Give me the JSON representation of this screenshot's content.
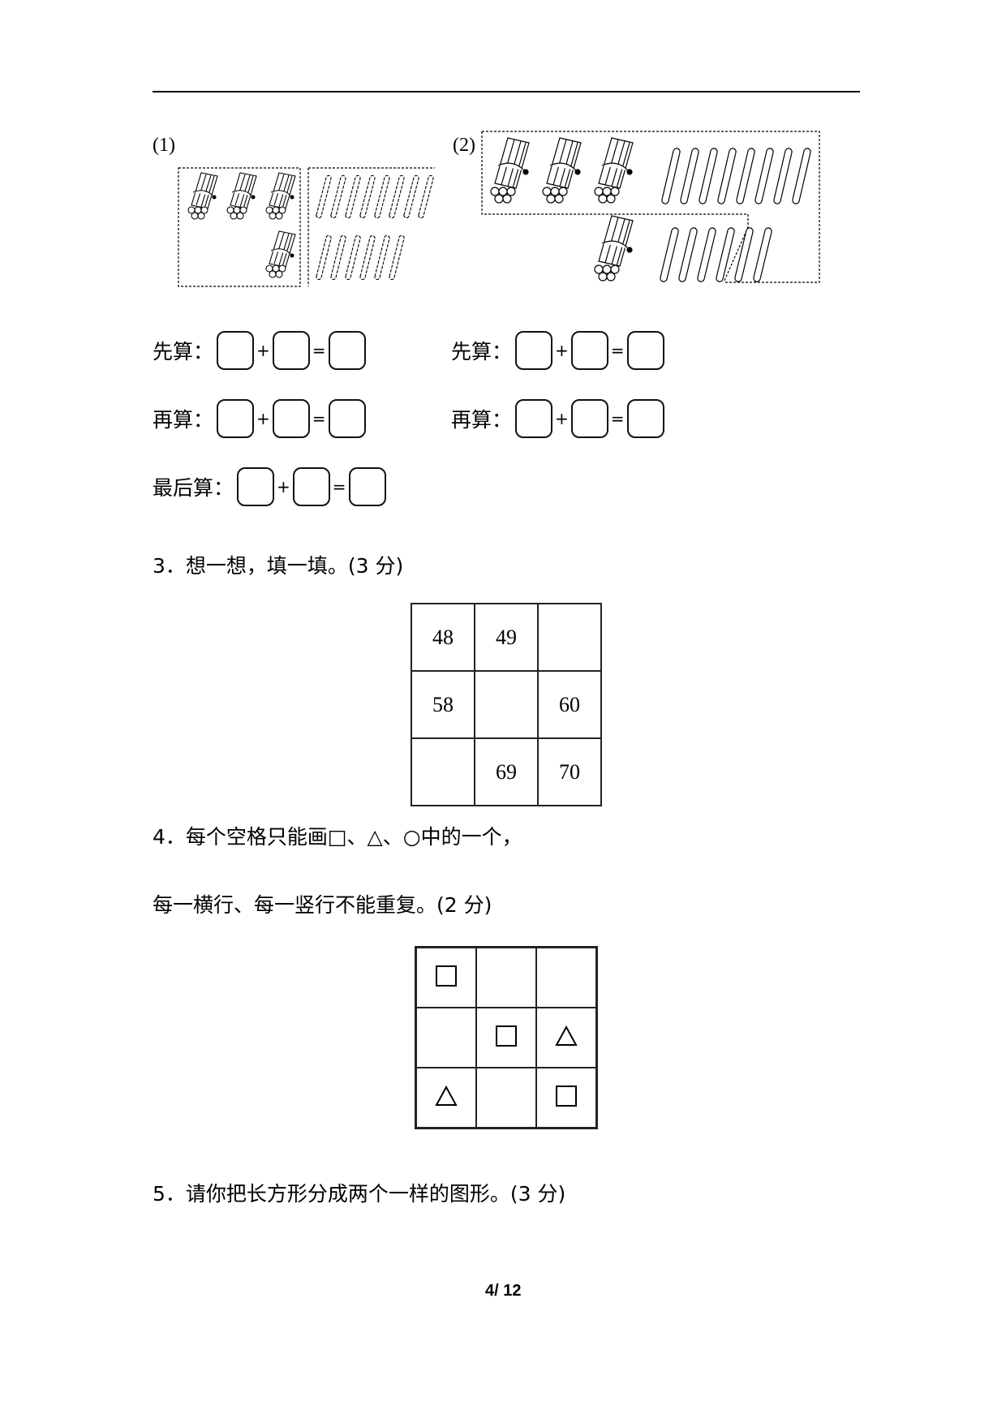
{
  "page": {
    "footer": "4/ 12"
  },
  "q2": {
    "part1_label": "(1)",
    "part2_label": "(2)",
    "part1": {
      "bundles": 4,
      "loose_sticks_row1": 8,
      "loose_sticks_row2": 6
    },
    "part2": {
      "bundles": 4,
      "loose_sticks_row1": 8,
      "loose_sticks_row2": 6
    },
    "left_steps": [
      {
        "label": "先算：",
        "plus": "+",
        "equals": "="
      },
      {
        "label": "再算：",
        "plus": "+",
        "equals": "="
      },
      {
        "label": "最后算：",
        "plus": "+",
        "equals": "="
      }
    ],
    "right_steps": [
      {
        "label": "先算：",
        "plus": "+",
        "equals": "="
      },
      {
        "label": "再算：",
        "plus": "+",
        "equals": "="
      }
    ]
  },
  "q3": {
    "title": "3．想一想，填一填。(3 分)",
    "grid": [
      [
        "48",
        "49",
        ""
      ],
      [
        "58",
        "",
        "60"
      ],
      [
        "",
        "69",
        "70"
      ]
    ]
  },
  "q4": {
    "line1": "4．每个空格只能画□、△、○中的一个，",
    "line2": "每一横行、每一竖行不能重复。(2 分)",
    "grid": [
      [
        "square",
        "",
        ""
      ],
      [
        "",
        "square",
        "triangle"
      ],
      [
        "triangle",
        "",
        "square"
      ]
    ]
  },
  "q5": {
    "title": "5．请你把长方形分成两个一样的图形。(3 分)"
  }
}
